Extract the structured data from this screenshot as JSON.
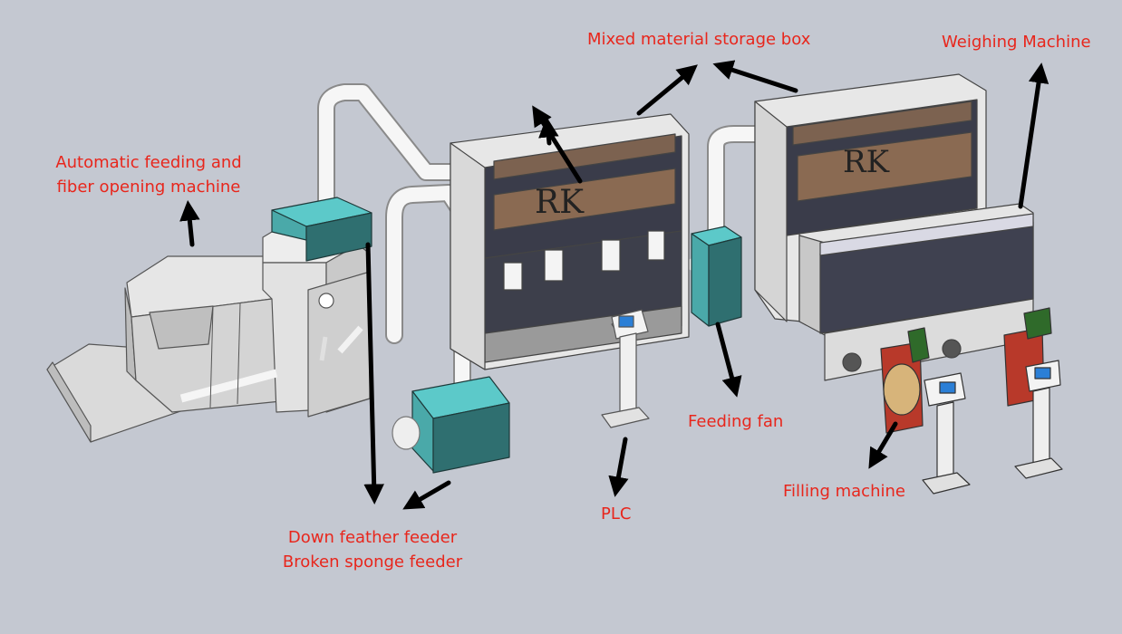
{
  "labels": {
    "storage": "Mixed material storage box",
    "weighing": "Weighing Machine",
    "opener_line1": "Automatic feeding and",
    "opener_line2": "fiber opening machine",
    "fan": "Feeding fan",
    "plc": "PLC",
    "filling": "Filling machine",
    "feeder_line1": "Down feather feeder",
    "feeder_line2": "Broken sponge feeder"
  },
  "brand_mark": "RK",
  "colors": {
    "background": "#c4c8d1",
    "label": "#e8261c",
    "arrow": "#000000",
    "fan_box": "#2f6f70",
    "fan_box_light": "#5cc9c9",
    "machine_dark": "#3a3c4a",
    "machine_light": "#f2f2f2",
    "window_brown": "#8a6a52",
    "filling_red": "#b8392a",
    "filling_green": "#2f6a2a"
  }
}
